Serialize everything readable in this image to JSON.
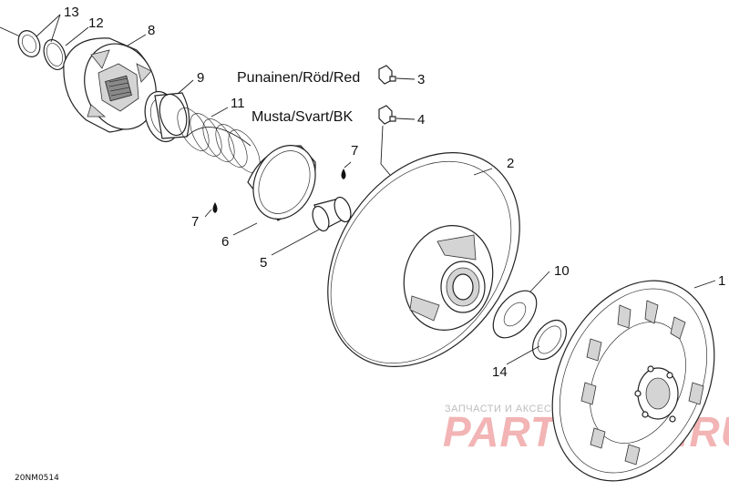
{
  "callouts": [
    {
      "id": "13",
      "text": "13"
    },
    {
      "id": "12",
      "text": "12"
    },
    {
      "id": "8",
      "text": "8"
    },
    {
      "id": "9",
      "text": "9"
    },
    {
      "id": "11",
      "text": "11"
    },
    {
      "id": "3",
      "text": "3"
    },
    {
      "id": "4",
      "text": "4"
    },
    {
      "id": "7a",
      "text": "7"
    },
    {
      "id": "7b",
      "text": "7"
    },
    {
      "id": "2",
      "text": "2"
    },
    {
      "id": "6",
      "text": "6"
    },
    {
      "id": "5",
      "text": "5"
    },
    {
      "id": "10",
      "text": "10"
    },
    {
      "id": "1",
      "text": "1"
    },
    {
      "id": "14",
      "text": "14"
    }
  ],
  "labels": {
    "red": "Punainen/Röd/Red",
    "black": "Musta/Svart/BK"
  },
  "drawing_code": "20NM0514",
  "watermark": {
    "line1": "ЗАПЧАСТИ И АКСЕССУАРЫ ДЛЯ МОТОТЕХНИКИ",
    "line2": "PARTSFOR.RU"
  }
}
